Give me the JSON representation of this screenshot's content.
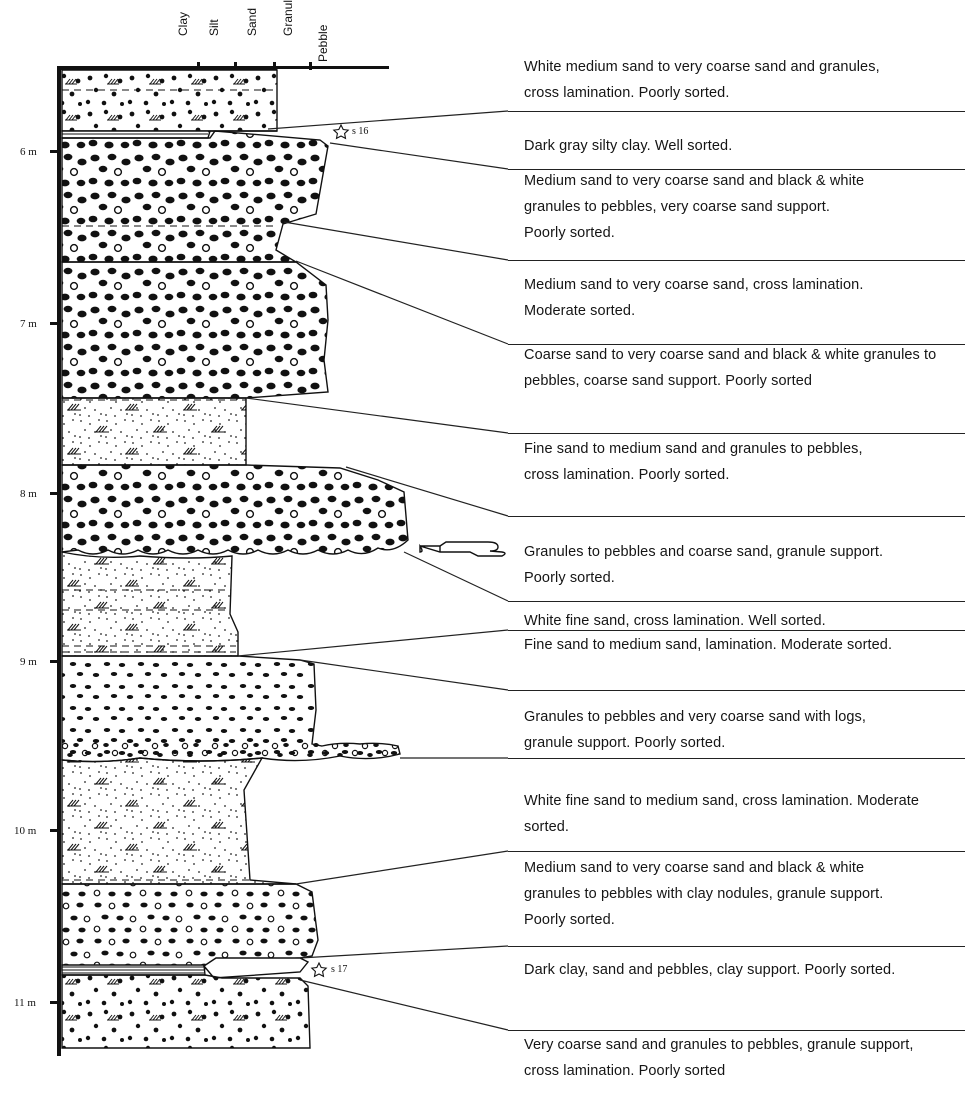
{
  "grain_size_scale": {
    "labels": [
      "Clay",
      "Silt",
      "Sand",
      "Granule",
      "Pebble"
    ]
  },
  "depth_scale": {
    "labels": [
      "6 m",
      "7 m",
      "8 m",
      "9 m",
      "10 m",
      "11 m"
    ]
  },
  "samples": [
    "s 16",
    "s 17"
  ],
  "descriptions": [
    "White medium sand to very coarse sand and granules, cross lamination. Poorly sorted.",
    "Dark gray silty clay. Well sorted.",
    "Medium sand to very coarse sand and black & white granules to pebbles, very coarse sand support. Poorly sorted.",
    "Medium sand to very coarse sand, cross lamination. Moderate sorted.",
    "Coarse sand to very coarse sand and black & white granules to pebbles, coarse sand support. Poorly sorted",
    "Fine sand to medium sand and granules to pebbles, cross lamination. Poorly sorted.",
    "Granules to pebbles and coarse sand, granule support. Poorly sorted.",
    "White fine sand, cross lamination. Well sorted.",
    "Fine sand to medium sand, lamination. Moderate sorted.",
    "Granules to pebbles and very coarse sand with logs, granule support. Poorly sorted.",
    "White fine sand to medium sand, cross lamination. Moderate sorted.",
    "Medium sand to very coarse sand and black & white granules to pebbles with clay nodules, granule support. Poorly sorted.",
    "Dark clay, sand and pebbles, clay support. Poorly sorted.",
    "Very coarse sand and granules to pebbles, granule support, cross lamination. Poorly sorted"
  ],
  "colors": {
    "ink": "#111111",
    "background": "#ffffff"
  },
  "icons": [
    "star-sample-icon",
    "hand-pointer-icon"
  ]
}
